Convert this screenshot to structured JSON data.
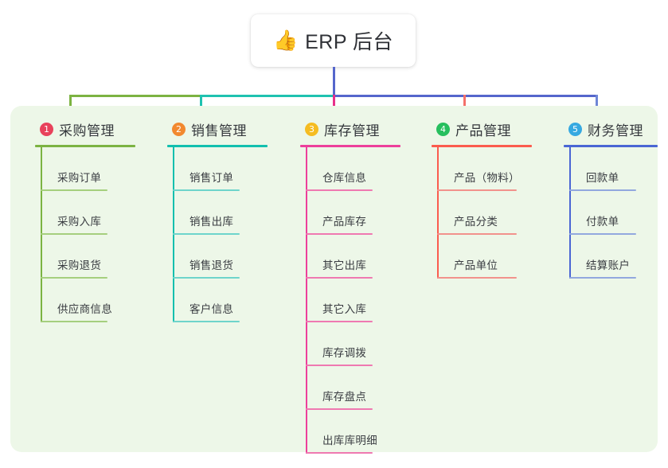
{
  "root": {
    "icon": "thumbs-up-emoji",
    "emoji": "👍",
    "title": "ERP 后台"
  },
  "panel": {
    "background_color": "#edf7e8"
  },
  "connector_colors": {
    "segment_green": "#7cb342",
    "segment_teal": "#1fc2b0",
    "segment_blue": "#5566cc",
    "drop_purchase": "#7cb342",
    "drop_sales": "#1fc2b0",
    "drop_inventory": "#e8308a",
    "drop_product": "#f4706a",
    "drop_finance": "#6f86d6",
    "root_stem": "#5566cc"
  },
  "columns": [
    {
      "number": "1",
      "title": "采购管理",
      "badge_color": "#e8425b",
      "line_color": "#7cb342",
      "item_line_color": "#a5cf7e",
      "items": [
        {
          "label": "采购订单"
        },
        {
          "label": "采购入库"
        },
        {
          "label": "采购退货"
        },
        {
          "label": "供应商信息"
        }
      ]
    },
    {
      "number": "2",
      "title": "销售管理",
      "badge_color": "#f2892f",
      "line_color": "#12bfae",
      "item_line_color": "#6ed4cb",
      "items": [
        {
          "label": "销售订单"
        },
        {
          "label": "销售出库"
        },
        {
          "label": "销售退货"
        },
        {
          "label": "客户信息"
        }
      ]
    },
    {
      "number": "3",
      "title": "库存管理",
      "badge_color": "#f5bc21",
      "line_color": "#ed3f9b",
      "item_line_color": "#ef79b1",
      "items": [
        {
          "label": "仓库信息"
        },
        {
          "label": "产品库存"
        },
        {
          "label": "其它出库"
        },
        {
          "label": "其它入库"
        },
        {
          "label": "库存调拨"
        },
        {
          "label": "库存盘点"
        },
        {
          "label": "出库库明细"
        }
      ]
    },
    {
      "number": "4",
      "title": "产品管理",
      "badge_color": "#27bf5e",
      "line_color": "#fb5c4e",
      "item_line_color": "#f2928c",
      "items": [
        {
          "label": "产品（物料）"
        },
        {
          "label": "产品分类"
        },
        {
          "label": "产品单位"
        }
      ]
    },
    {
      "number": "5",
      "title": "财务管理",
      "badge_color": "#36a9e1",
      "line_color": "#4a66d4",
      "item_line_color": "#92a8de",
      "items": [
        {
          "label": "回款单"
        },
        {
          "label": "付款单"
        },
        {
          "label": "结算账户"
        }
      ]
    }
  ]
}
